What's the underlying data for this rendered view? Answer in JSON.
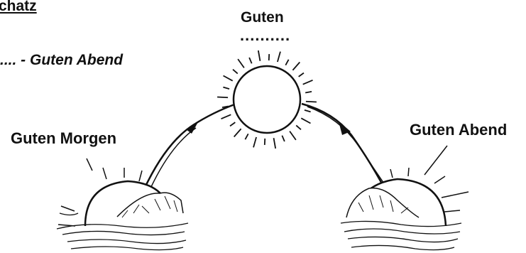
{
  "heading": "chatz",
  "example_line": ".... - Guten Abend",
  "labels": {
    "noon": "Guten",
    "noon_blank": "..........",
    "morning": "Guten Morgen",
    "evening": "Guten Abend"
  },
  "colors": {
    "ink": "#111111",
    "paper": "#ffffff"
  }
}
